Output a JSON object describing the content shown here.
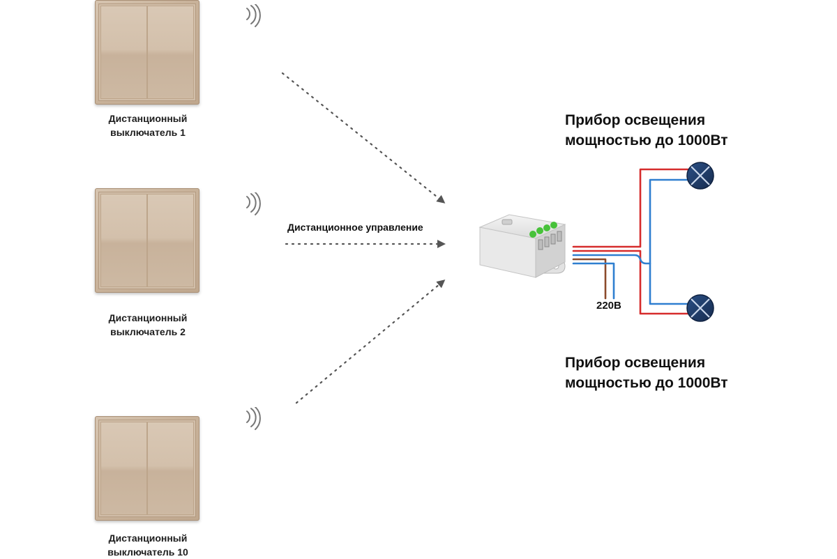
{
  "switches": [
    {
      "line1": "Дистанционный",
      "line2": "выключатель 1"
    },
    {
      "line1": "Дистанционный",
      "line2": "выключатель 2"
    },
    {
      "line1": "Дистанционный",
      "line2": "выключатель 10"
    }
  ],
  "remote_label": "Дистанционное управление",
  "lamp_top": {
    "line1": "Прибор освещения",
    "line2": "мощностью до 1000Вт"
  },
  "lamp_bottom": {
    "line1": "Прибор освещения",
    "line2": "мощностью до 1000Вт"
  },
  "voltage_label": "220В",
  "colors": {
    "switch": "#cbb59e",
    "wire_phase": "#d62c2c",
    "wire_neutral": "#2f7fd0",
    "wire_brown": "#8b4a2b",
    "lamp": "#1f3b66",
    "relay_led": "#47c23a",
    "arrow": "#555555"
  }
}
